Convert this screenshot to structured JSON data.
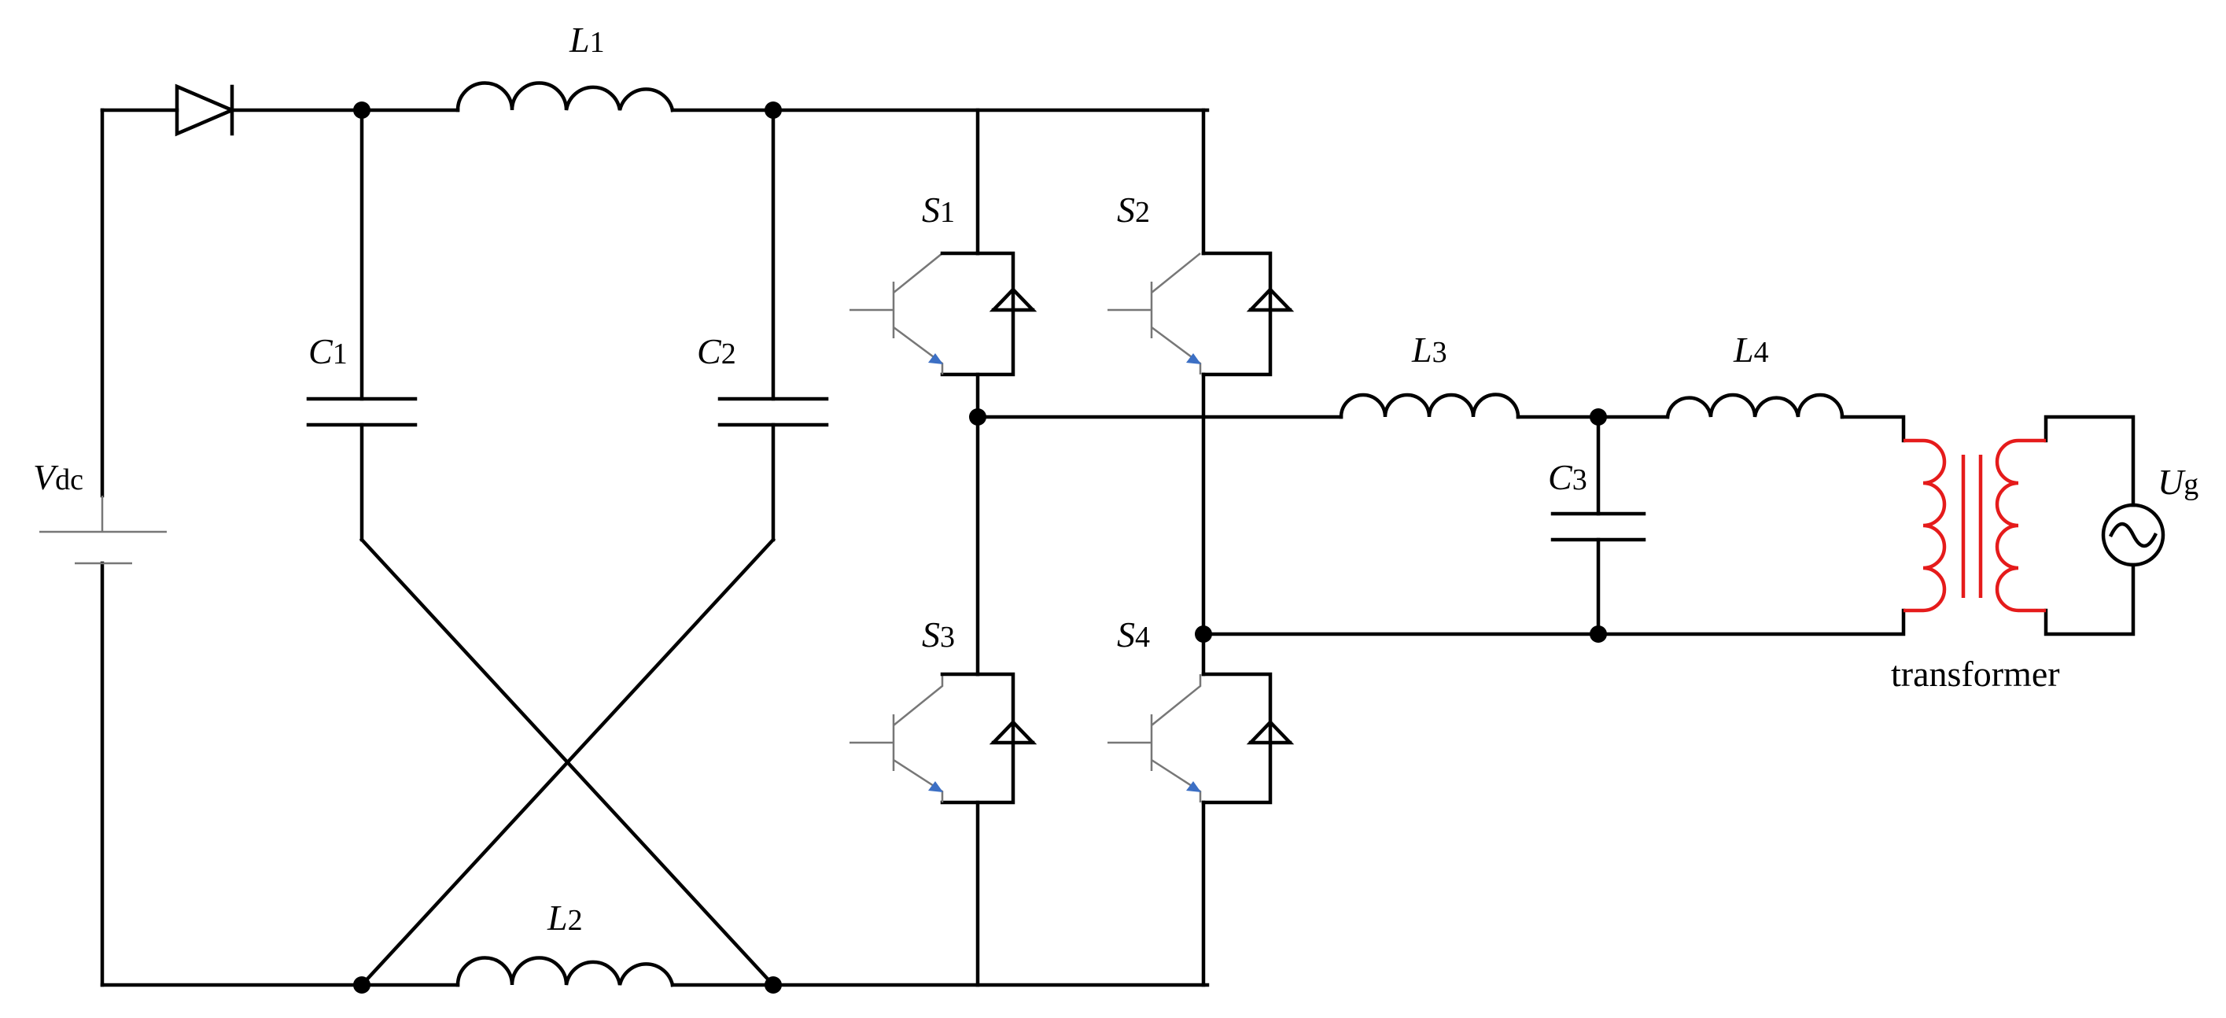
{
  "labels": {
    "vdc": {
      "main": "V",
      "sub": "dc"
    },
    "l1": {
      "main": "L",
      "sub": "1"
    },
    "l2": {
      "main": "L",
      "sub": "2"
    },
    "l3": {
      "main": "L",
      "sub": "3"
    },
    "l4": {
      "main": "L",
      "sub": "4"
    },
    "c1": {
      "main": "C",
      "sub": "1"
    },
    "c2": {
      "main": "C",
      "sub": "2"
    },
    "c3": {
      "main": "C",
      "sub": "3"
    },
    "s1": {
      "main": "S",
      "sub": "1"
    },
    "s2": {
      "main": "S",
      "sub": "2"
    },
    "s3": {
      "main": "S",
      "sub": "3"
    },
    "s4": {
      "main": "S",
      "sub": "4"
    },
    "ug": {
      "main": "U",
      "sub": "g"
    },
    "transformer": "transformer"
  },
  "colors": {
    "wire": "#000000",
    "transformer": "#e51b1b",
    "transistor_arrow": "#3c6fc4",
    "transistor_body": "#777777"
  }
}
